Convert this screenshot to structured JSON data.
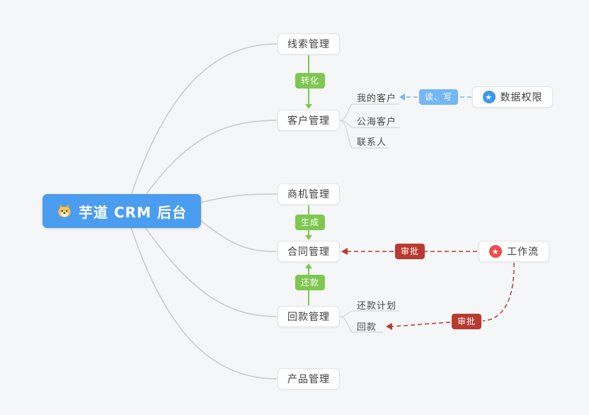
{
  "root": {
    "label": "芋道 CRM 后台"
  },
  "nodes": {
    "leads": {
      "label": "线索管理"
    },
    "customers": {
      "label": "客户管理"
    },
    "opportunity": {
      "label": "商机管理"
    },
    "contract": {
      "label": "合同管理"
    },
    "receivable": {
      "label": "回款管理"
    },
    "product": {
      "label": "产品管理"
    },
    "data_permission": {
      "label": "数据权限"
    },
    "workflow": {
      "label": "工作流"
    }
  },
  "sub_nodes": {
    "my_customers": {
      "label": "我的客户"
    },
    "public_customers": {
      "label": "公海客户"
    },
    "contacts": {
      "label": "联系人"
    },
    "repayment_plan": {
      "label": "还款计划"
    },
    "repayment": {
      "label": "回款"
    }
  },
  "edge_labels": {
    "convert": {
      "label": "转化"
    },
    "generate": {
      "label": "生成"
    },
    "repay": {
      "label": "还款"
    },
    "read_write": {
      "label": "读、写"
    },
    "approve_contract": {
      "label": "审批"
    },
    "approve_repayment": {
      "label": "审批"
    }
  },
  "icons": {
    "root": "dog-icon",
    "data_permission": "star-icon",
    "workflow": "star-icon",
    "star_glyph": "★"
  },
  "colors": {
    "background": "#f5f6f7",
    "root_bg": "#4b9df0",
    "green_badge": "#7ec850",
    "blue_badge": "#74b7f5",
    "red_badge": "#b93a30",
    "blue_icon_circle": "#3a97f0",
    "red_icon_circle": "#ee4c4c",
    "gray_connector": "#c9c9c9",
    "blue_dashed": "#74b7f5",
    "red_dashed": "#ba3a30"
  }
}
